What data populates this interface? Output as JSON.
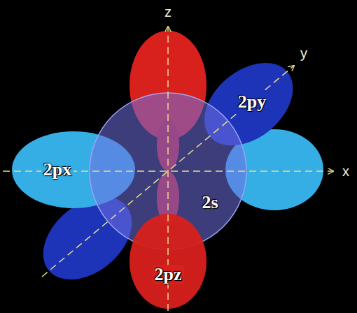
{
  "diagram": {
    "nodes": [
      {
        "text": [
          "2py"
        ]
      },
      {
        "text": [
          "2px"
        ]
      },
      {
        "text": [
          "2s"
        ]
      },
      {
        "text": [
          "2pz"
        ]
      }
    ],
    "labels": [
      "z",
      "y",
      "x"
    ]
  }
}
